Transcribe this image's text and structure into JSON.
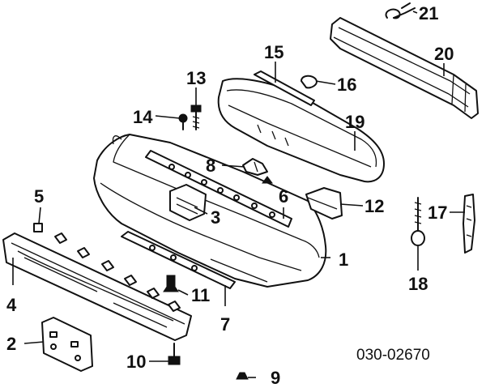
{
  "diagram": {
    "callouts": [
      {
        "id": "c1",
        "text": "1"
      },
      {
        "id": "c2",
        "text": "2"
      },
      {
        "id": "c3",
        "text": "3"
      },
      {
        "id": "c4",
        "text": "4"
      },
      {
        "id": "c5",
        "text": "5"
      },
      {
        "id": "c6",
        "text": "6"
      },
      {
        "id": "c7",
        "text": "7"
      },
      {
        "id": "c8",
        "text": "8"
      },
      {
        "id": "c9",
        "text": "9"
      },
      {
        "id": "c10",
        "text": "10"
      },
      {
        "id": "c11",
        "text": "11"
      },
      {
        "id": "c12",
        "text": "12"
      },
      {
        "id": "c13",
        "text": "13"
      },
      {
        "id": "c14",
        "text": "14"
      },
      {
        "id": "c15",
        "text": "15"
      },
      {
        "id": "c16",
        "text": "16"
      },
      {
        "id": "c17",
        "text": "17"
      },
      {
        "id": "c18",
        "text": "18"
      },
      {
        "id": "c19",
        "text": "19"
      },
      {
        "id": "c20",
        "text": "20"
      },
      {
        "id": "c21",
        "text": "21"
      }
    ],
    "figure_code": "030-02670"
  }
}
